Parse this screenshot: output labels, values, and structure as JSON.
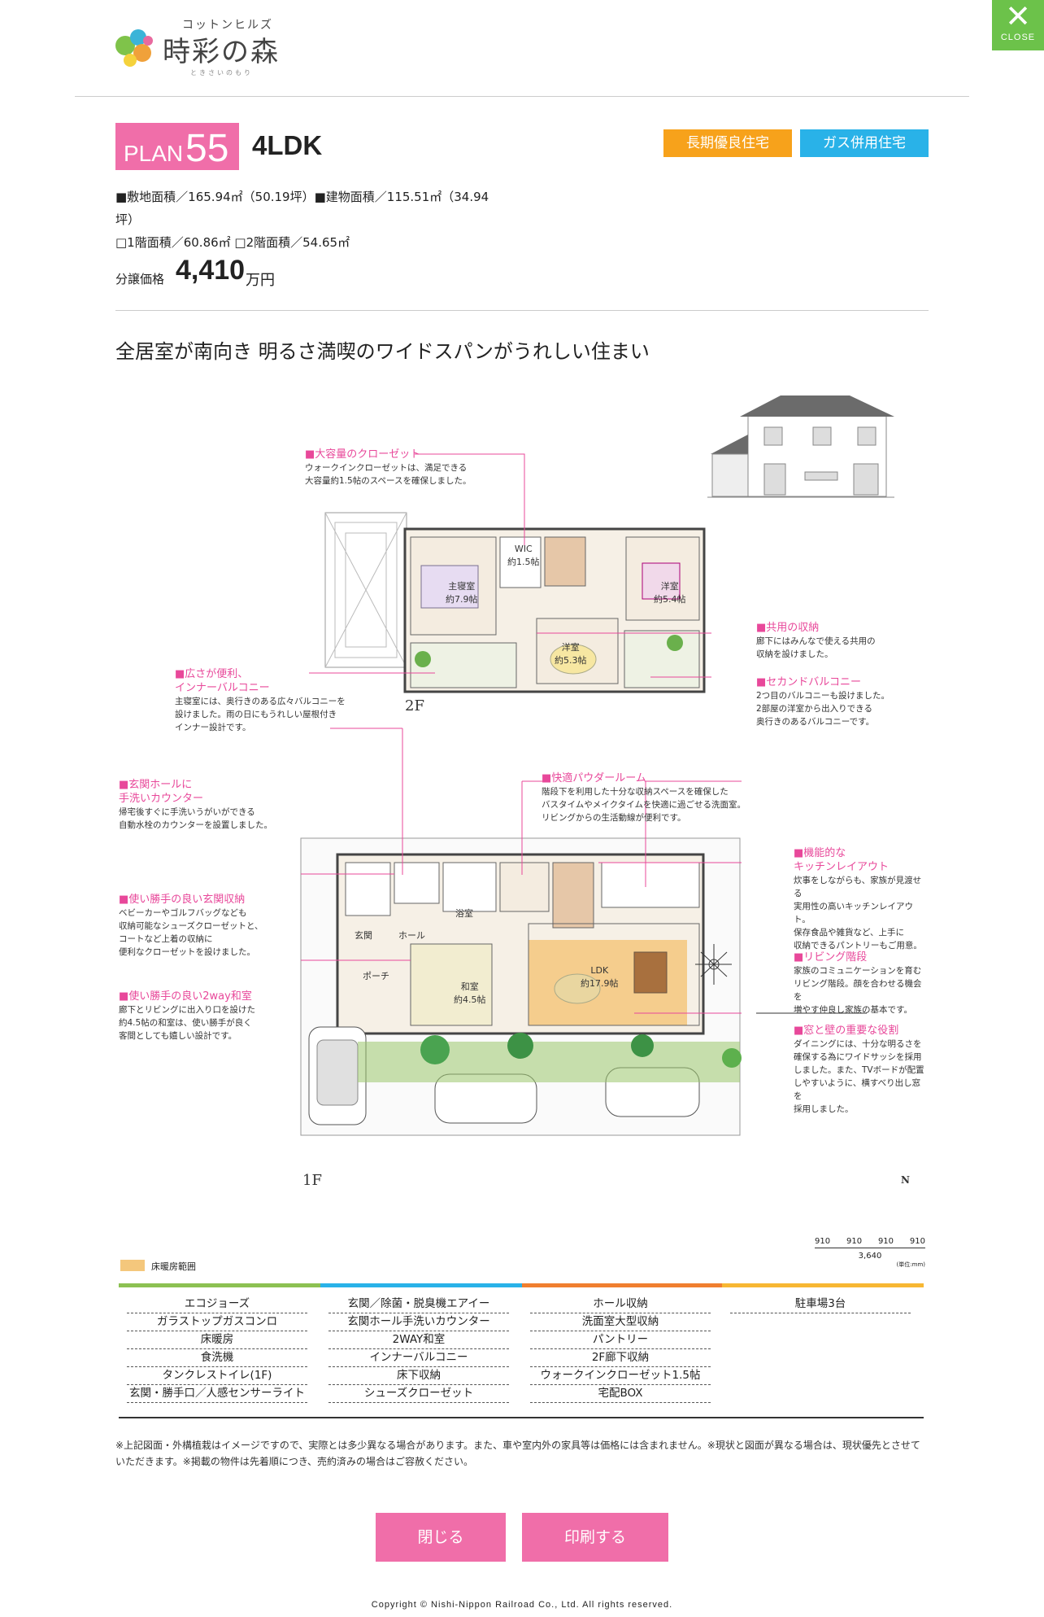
{
  "close": {
    "label": "CLOSE"
  },
  "logo": {
    "subtitle": "コットンヒルズ",
    "name": "時彩の森",
    "reading": "ときさいのもり"
  },
  "plan": {
    "prefix": "PLAN",
    "number": "55",
    "type": "4LDK"
  },
  "badges": [
    "長期優良住宅",
    "ガス併用住宅"
  ],
  "info": {
    "line1": "■敷地面積／165.94㎡（50.19坪）■建物面積／115.51㎡（34.94",
    "line2": "坪）",
    "line3": "□1階面積／60.86㎡ □2階面積／54.65㎡"
  },
  "price": {
    "label": "分譲価格",
    "value": "4,410",
    "unit": "万円"
  },
  "headline": "全居室が南向き 明るさ満喫のワイドスパンがうれしい住まい",
  "floor2": {
    "label": "2F",
    "rooms": [
      {
        "name": "主寝室",
        "size": "約7.9帖"
      },
      {
        "name": "WIC",
        "size": "約1.5帖"
      },
      {
        "name": "洋室",
        "size": "約5.4帖"
      },
      {
        "name": "洋室",
        "size": "約5.3帖"
      }
    ],
    "notes": [
      {
        "title": "■大容量のクローゼット",
        "body": [
          "ウォークインクローゼットは、満足できる",
          "大容量約1.5帖のスペースを確保しました。"
        ]
      },
      {
        "title": "■共用の収納",
        "body": [
          "廊下にはみんなで使える共用の",
          "収納を設けました。"
        ]
      },
      {
        "title": "■セカンドバルコニー",
        "body": [
          "2つ目のバルコニーも設けました。",
          "2部屋の洋室から出入りできる",
          "奥行きのあるバルコニーです。"
        ]
      },
      {
        "title": "■広さが便利、",
        "title2": "インナーバルコニー",
        "body": [
          "主寝室には、奥行きのある広々バルコニーを",
          "設けました。雨の日にもうれしい屋根付き",
          "インナー設計です。"
        ]
      }
    ]
  },
  "floor1": {
    "label": "1F",
    "rooms": [
      {
        "name": "浴室",
        "size": ""
      },
      {
        "name": "玄関",
        "size": ""
      },
      {
        "name": "ホール",
        "size": ""
      },
      {
        "name": "ポーチ",
        "size": ""
      },
      {
        "name": "和室",
        "size": "約4.5帖"
      },
      {
        "name": "LDK",
        "size": "約17.9帖"
      }
    ],
    "notes": [
      {
        "title": "■玄関ホールに",
        "title2": "手洗いカウンター",
        "body": [
          "帰宅後すぐに手洗いうがいができる",
          "自動水栓のカウンターを設置しました。"
        ]
      },
      {
        "title": "■快適パウダールーム",
        "body": [
          "階段下を利用した十分な収納スペースを確保した",
          "バスタイムやメイクタイムを快適に過ごせる洗面室。",
          "リビングからの生活動線が便利です。"
        ]
      },
      {
        "title": "■機能的な",
        "title2": "キッチンレイアウト",
        "body": [
          "炊事をしながらも、家族が見渡せる",
          "実用性の高いキッチンレイアウト。",
          "保存食品や雑貨など、上手に",
          "収納できるパントリーもご用意。"
        ]
      },
      {
        "title": "■使い勝手の良い玄関収納",
        "body": [
          "ベビーカーやゴルフバッグなども",
          "収納可能なシューズクローゼットと、",
          "コートなど上着の収納に",
          "便利なクローゼットを設けました。"
        ]
      },
      {
        "title": "■リビング階段",
        "body": [
          "家族のコミュニケーションを育む",
          "リビング階段。顔を合わせる機会を",
          "増やす仲良し家族の基本です。"
        ]
      },
      {
        "title": "■使い勝手の良い2way和室",
        "body": [
          "廊下とリビングに出入り口を設けた",
          "約4.5帖の和室は、使い勝手が良く",
          "客間としても嬉しい設計です。"
        ]
      },
      {
        "title": "■窓と壁の重要な役割",
        "body": [
          "ダイニングには、十分な明るさを",
          "確保する為にワイドサッシを採用",
          "しました。また、TVボードが配置",
          "しやすいように、横すべり出し窓を",
          "採用しました。"
        ]
      }
    ]
  },
  "compass": {
    "label": "N"
  },
  "scale": {
    "segments": [
      "910",
      "910",
      "910",
      "910"
    ],
    "total": "3,640",
    "unit": "(単位:mm)"
  },
  "legend": {
    "label": "床暖房範囲"
  },
  "equipment": {
    "col1": [
      "エコジョーズ",
      "ガラストップガスコンロ",
      "床暖房",
      "食洗機",
      "タンクレストイレ(1F)",
      "玄関・勝手口／人感センサーライト"
    ],
    "col2": [
      "玄関／除菌・脱臭機エアイー",
      "玄関ホール手洗いカウンター",
      "2WAY和室",
      "インナーバルコニー",
      "床下収納",
      "シューズクローゼット"
    ],
    "col3": [
      "ホール収納",
      "洗面室大型収納",
      "パントリー",
      "2F廊下収納",
      "ウォークインクローゼット1.5帖",
      "宅配BOX"
    ],
    "col4": [
      "駐車場3台"
    ]
  },
  "disclaimer": "※上記図面・外構植栽はイメージですので、実際とは多少異なる場合があります。また、車や室内外の家具等は価格には含まれません。※現状と図面が異なる場合は、現状優先とさせていただきます。※掲載の物件は先着順につき、売約済みの場合はご容赦ください。",
  "buttons": {
    "close": "閉じる",
    "print": "印刷する"
  },
  "copyright": "Copyright © Nishi-Nippon Railroad Co., Ltd. All rights reserved.",
  "colors": {
    "pink": "#f06ea9",
    "orange": "#f7a21b",
    "blue": "#29b2e8",
    "green": "#6cc24a",
    "floor_heating": "#f4c77c"
  }
}
